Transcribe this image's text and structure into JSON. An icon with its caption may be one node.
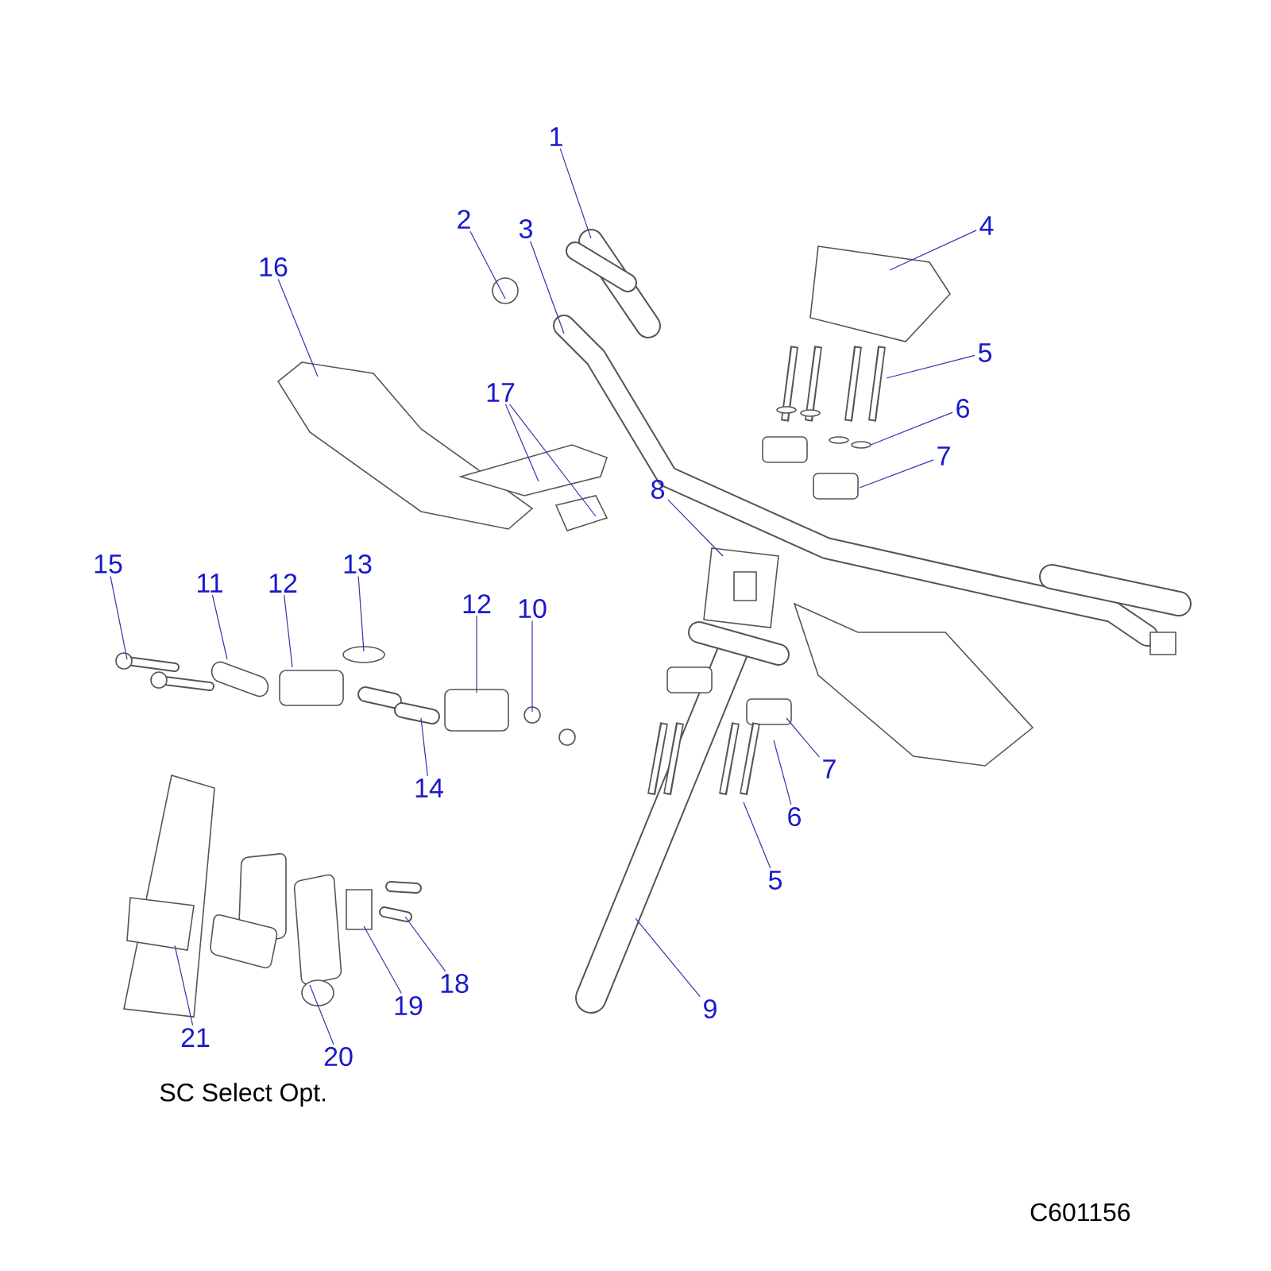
{
  "diagram": {
    "nodes": [
      {
        "text": [
          "1"
        ]
      },
      {
        "text": [
          "2"
        ]
      },
      {
        "text": [
          "3"
        ]
      },
      {
        "text": [
          "4"
        ]
      },
      {
        "text": [
          "16"
        ]
      },
      {
        "text": [
          "5"
        ]
      },
      {
        "text": [
          "6"
        ]
      },
      {
        "text": [
          "17"
        ]
      },
      {
        "text": [
          "7"
        ]
      },
      {
        "text": [
          "8"
        ]
      },
      {
        "text": [
          "15"
        ]
      },
      {
        "text": [
          "11"
        ]
      },
      {
        "text": [
          "12"
        ]
      },
      {
        "text": [
          "13"
        ]
      },
      {
        "text": [
          "12"
        ]
      },
      {
        "text": [
          "10"
        ]
      },
      {
        "text": [
          "7"
        ]
      },
      {
        "text": [
          "14"
        ]
      },
      {
        "text": [
          "6"
        ]
      },
      {
        "text": [
          "5"
        ]
      },
      {
        "text": [
          "18"
        ]
      },
      {
        "text": [
          "19"
        ]
      },
      {
        "text": [
          "9"
        ]
      },
      {
        "text": [
          "21"
        ]
      },
      {
        "text": [
          "20"
        ]
      }
    ],
    "edges": [
      {
        "from": 0,
        "to": null,
        "arrow": "none"
      },
      {
        "from": 1,
        "to": null,
        "arrow": "none"
      },
      {
        "from": 2,
        "to": null,
        "arrow": "none"
      },
      {
        "from": 3,
        "to": null,
        "arrow": "none"
      },
      {
        "from": 4,
        "to": null,
        "arrow": "none"
      },
      {
        "from": 5,
        "to": null,
        "arrow": "none"
      },
      {
        "from": 6,
        "to": null,
        "arrow": "none"
      },
      {
        "from": 7,
        "to": null,
        "arrow": "none"
      },
      {
        "from": 7,
        "to": null,
        "arrow": "none"
      },
      {
        "from": 8,
        "to": null,
        "arrow": "none"
      },
      {
        "from": 9,
        "to": null,
        "arrow": "none"
      },
      {
        "from": 10,
        "to": null,
        "arrow": "none"
      },
      {
        "from": 11,
        "to": null,
        "arrow": "none"
      },
      {
        "from": 12,
        "to": null,
        "arrow": "none"
      },
      {
        "from": 13,
        "to": null,
        "arrow": "none"
      },
      {
        "from": 14,
        "to": null,
        "arrow": "none"
      },
      {
        "from": 15,
        "to": null,
        "arrow": "none"
      },
      {
        "from": 16,
        "to": null,
        "arrow": "none"
      },
      {
        "from": 17,
        "to": null,
        "arrow": "none"
      },
      {
        "from": 18,
        "to": null,
        "arrow": "none"
      },
      {
        "from": 19,
        "to": null,
        "arrow": "none"
      },
      {
        "from": 20,
        "to": null,
        "arrow": "none"
      },
      {
        "from": 21,
        "to": null,
        "arrow": "none"
      },
      {
        "from": 22,
        "to": null,
        "arrow": "none"
      },
      {
        "from": 23,
        "to": null,
        "arrow": "none"
      },
      {
        "from": 24,
        "to": null,
        "arrow": "none"
      }
    ],
    "labels": [
      "SC Select Opt.",
      "C601156"
    ]
  }
}
